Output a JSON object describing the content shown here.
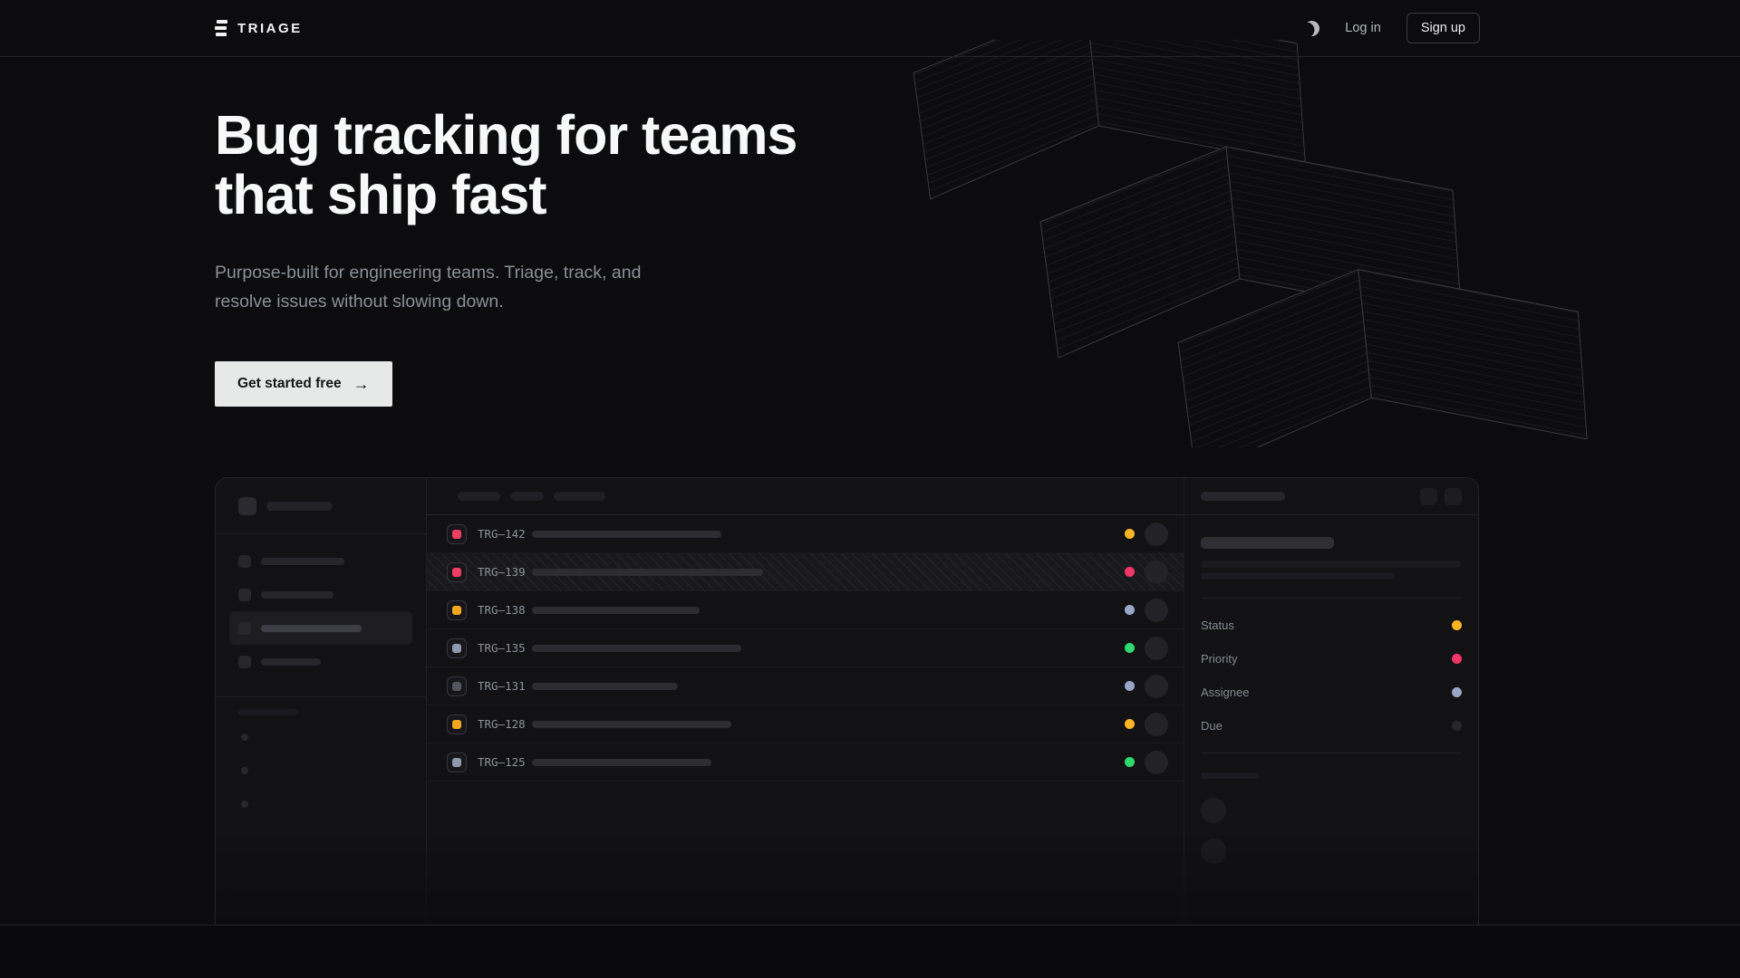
{
  "nav": {
    "brand": "TRIAGE",
    "theme_icon": "moon",
    "login_label": "Log in",
    "signup_label": "Sign up"
  },
  "hero": {
    "title_line1": "Bug tracking for teams",
    "title_line2": "that ship fast",
    "subtitle_line1": "Purpose-built for engineering teams. Triage, track, and",
    "subtitle_line2": "resolve issues without slowing down.",
    "cta_label": "Get started free",
    "cta_arrow_icon": "→"
  },
  "mockup": {
    "issues": [
      {
        "id": "TRG–142",
        "icon_color": "#ee3e62",
        "title_bar_width": 209,
        "status_color": "#ffb426",
        "selected": false
      },
      {
        "id": "TRG–139",
        "icon_color": "#ee3e62",
        "title_bar_width": 255,
        "status_color": "#f23768",
        "selected": true
      },
      {
        "id": "TRG–138",
        "icon_color": "#f2a81d",
        "title_bar_width": 185,
        "status_color": "#9aa6c6",
        "selected": false
      },
      {
        "id": "TRG–135",
        "icon_color": "#8e99ad",
        "title_bar_width": 231,
        "status_color": "#2fd96b",
        "selected": false
      },
      {
        "id": "TRG–131",
        "icon_color": "#55555e",
        "title_bar_width": 161,
        "status_color": "#9aa6c6",
        "selected": false
      },
      {
        "id": "TRG–128",
        "icon_color": "#f2a81d",
        "title_bar_width": 220,
        "status_color": "#ffb426",
        "selected": false
      },
      {
        "id": "TRG–125",
        "icon_color": "#8e99ad",
        "title_bar_width": 198,
        "status_color": "#2fd96b",
        "selected": false
      }
    ],
    "properties": [
      {
        "label": "Status",
        "dot_color": "#ffb426"
      },
      {
        "label": "Priority",
        "dot_color": "#f23768"
      },
      {
        "label": "Assignee",
        "dot_color": "#9aa6c6"
      },
      {
        "label": "Due",
        "dot_color": "#27272b"
      }
    ]
  },
  "colors": {
    "background": "#0c0c0e",
    "panel": "#121215",
    "border": "#26262a",
    "text_primary": "#f7f8f8",
    "text_muted": "#8a8f98",
    "cta_background": "#e7e8e8"
  }
}
